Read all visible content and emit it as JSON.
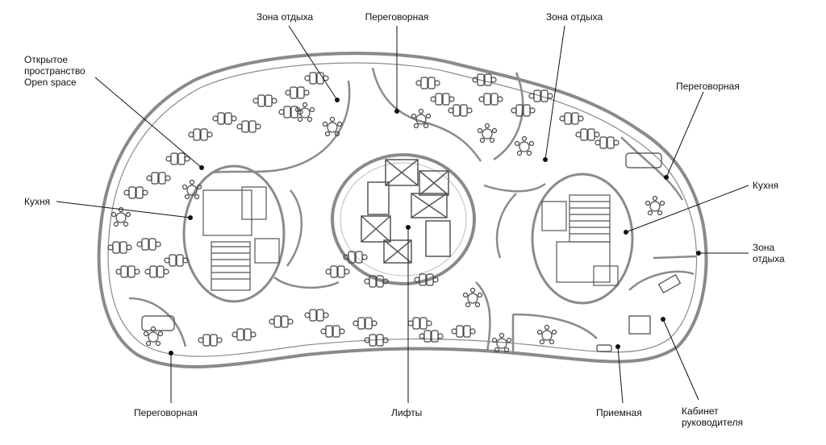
{
  "labels": {
    "rest_top_left": "Зона отдыха",
    "meeting_top": "Переговорная",
    "rest_top_right": "Зона отдыха",
    "open_space": [
      "Открытое",
      "пространство",
      "Open space"
    ],
    "meeting_right": "Переговорная",
    "kitchen_left": "Кухня",
    "kitchen_right": "Кухня",
    "rest_right": [
      "Зона",
      "отдыха"
    ],
    "meeting_bottom_left": "Переговорная",
    "lifts": "Лифты",
    "reception": "Приемная",
    "director_office": [
      "Кабинет",
      "руководителя"
    ]
  },
  "colors": {
    "wall": "#8a8a8a",
    "wall_dark": "#555555",
    "furniture": "#444444",
    "leader": "#111111"
  }
}
